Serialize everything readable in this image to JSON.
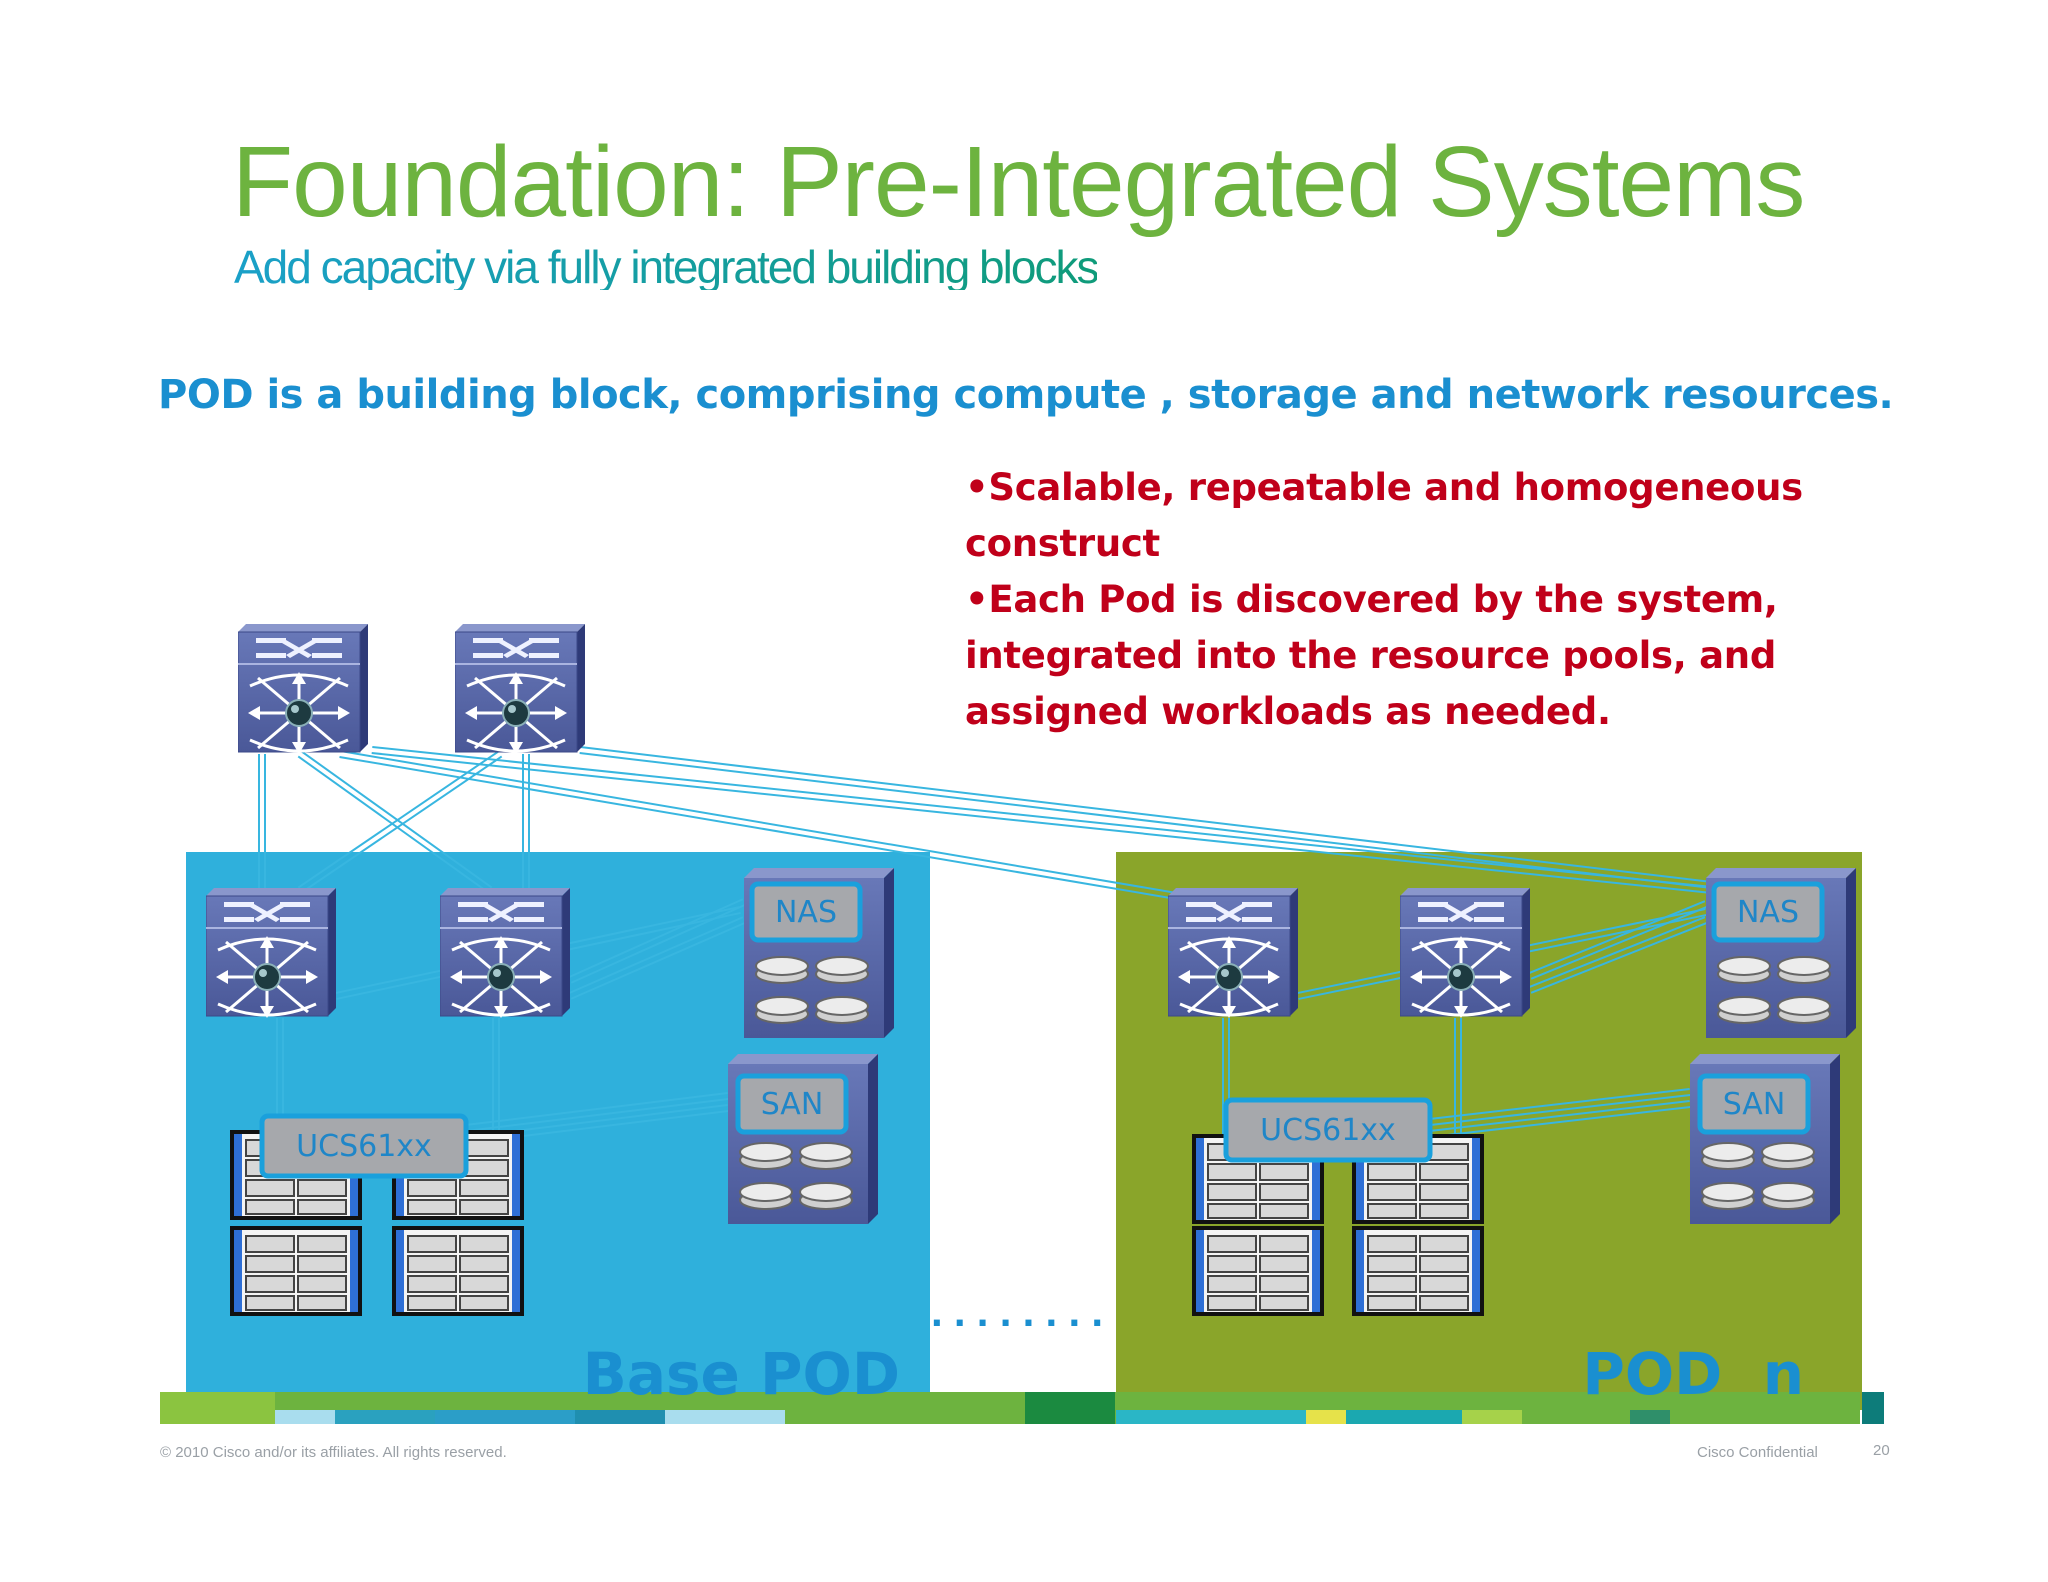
{
  "title": "Foundation:  Pre-Integrated Systems",
  "subtitle": "Add capacity via fully integrated building blocks",
  "headline": "POD is a building block, comprising compute , storage and network resources.",
  "bullets": [
    "•Scalable, repeatable and homogeneous construct",
    "•Each Pod is discovered by the system, integrated into the resource pools, and assigned workloads as needed."
  ],
  "pods": {
    "base": {
      "label": "Base POD",
      "compute_label": "UCS61xx",
      "nas_label": "NAS",
      "san_label": "SAN",
      "color": "#2fb0dc"
    },
    "n": {
      "label": "POD  n",
      "compute_label": "UCS61xx",
      "nas_label": "NAS",
      "san_label": "SAN",
      "color": "#8aa52a"
    }
  },
  "separator": "........",
  "footer": {
    "copyright": "© 2010 Cisco and/or its affiliates. All rights reserved.",
    "confidential": "Cisco Confidential",
    "page_number": "20"
  },
  "colors": {
    "title": "#6db33f",
    "headline": "#1a8fd0",
    "bullets": "#c0001a",
    "pod_label": "#1a8fd0",
    "link": "#38b6e0"
  }
}
